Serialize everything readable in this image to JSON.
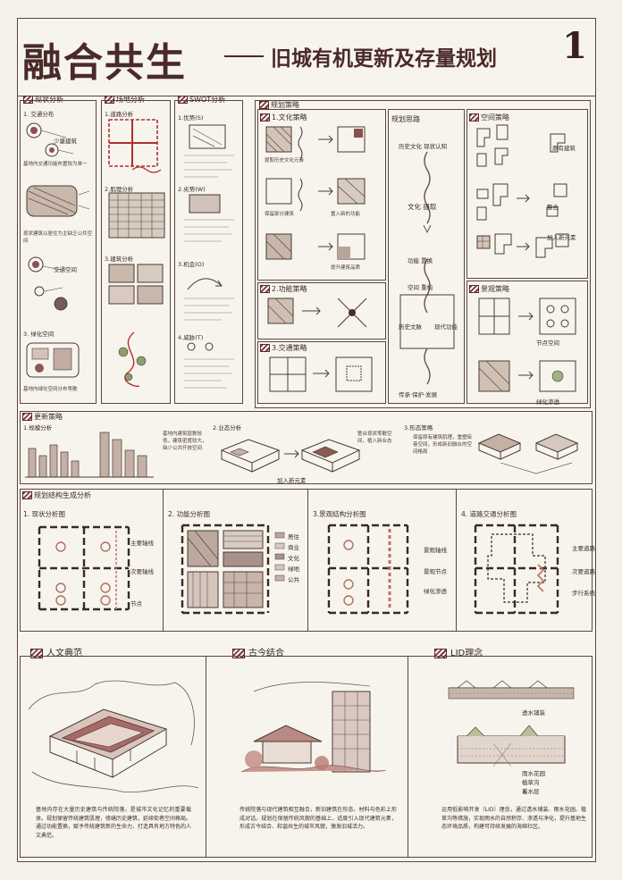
{
  "title": {
    "main": "融合共生",
    "sub": "旧城有机更新及存量规划",
    "page_number": "1"
  },
  "row1": {
    "present": {
      "header": "现状分析",
      "item1": "1. 交通分布",
      "item1_label": "少量建筑",
      "item1_note": "基地内交通功能布置较为单一",
      "item2_note": "现状建筑以居住为主缺乏公共空间",
      "item3_label": "交通空间",
      "item4": "3. 绿化空间",
      "item4_note": "基地内绿化空间分布零散"
    },
    "site": {
      "header": "场地分析",
      "item1": "1.道路分析",
      "item2": "2.肌理分析",
      "item3": "3.建筑分析"
    },
    "swot": {
      "header": "SWOT分析",
      "item1": "1.优势(S)",
      "item2": "2.劣势(W)",
      "item3": "3.机会(O)",
      "item4": "4.威胁(T)"
    },
    "strategy": {
      "header": "规划策略",
      "sub1": "1.文化策略",
      "sub2": "2.功能策略",
      "sub3": "3.交通策略",
      "note1": "提取历史文化元素",
      "note2": "保留部分建筑",
      "note3": "置入新的功能",
      "note4": "提升建筑品质"
    },
    "concept": {
      "header": "规划思路",
      "flow": [
        "历史文化 现状认知",
        "文化 提取",
        "功能 置换",
        "空间 重构"
      ],
      "side_left": "历史文脉",
      "side_right": "现代功能",
      "bottom": "传承·保护·发展"
    },
    "space": {
      "header": "空间策略",
      "note1": "原有建筑",
      "note2": "整合",
      "note3": "加入新元素"
    },
    "landscape": {
      "header": "景观策略",
      "note1": "节点空间",
      "note2": "绿化渗透"
    }
  },
  "row2": {
    "header": "更新策略",
    "part1": "1.规模分析",
    "part1_note": "基地内建筑层数较低，建筑密度较大，缺少公共开放空间",
    "part2": "2.业态分析",
    "part2_note": "整合现状零散空间，植入新业态",
    "part2_label": "加入新元素",
    "part3": "3.形态策略",
    "part3_note": "保留原有建筑肌理，重塑街巷空间，形成新旧融合的空间格局"
  },
  "row3": {
    "header": "规划结构生成分析",
    "panel1": "1. 现状分析图",
    "panel2": "2. 功能分析图",
    "panel3": "3.景观结构分析图",
    "panel4": "4. 道路交通分析图",
    "legend1": [
      "主要轴线",
      "次要轴线",
      "节点"
    ],
    "legend2": [
      "居住",
      "商业",
      "文化",
      "绿地",
      "公共"
    ],
    "legend3": [
      "景观轴线",
      "景观节点",
      "绿化渗透"
    ],
    "legend4": [
      "主要道路",
      "次要道路",
      "步行系统"
    ]
  },
  "row4": {
    "col1": {
      "header": "人文典范",
      "text": "基地内存在大量历史建筑与传统院落，是城市文化记忆的重要载体。规划保留传统建筑肌理，修缮历史建筑，延续街巷空间格局。通过功能置换，赋予传统建筑新的生命力，打造具有地方特色的人文典范。"
    },
    "col2": {
      "header": "古今结合",
      "text": "传统院落与现代建筑相互融合，新旧建筑在形态、材料与色彩上形成对话。规划在保留传统风貌的基础上，适度引入现代建筑元素，形成古今结合、和谐共生的城市风貌，激发旧城活力。"
    },
    "col3": {
      "header": "LID理念",
      "text": "运用低影响开发（LID）理念，通过透水铺装、雨水花园、植草沟等措施，实现雨水的自然积存、渗透与净化，提升基地生态环境品质，构建可持续发展的海绵社区。",
      "labels": [
        "透水铺装",
        "雨水花园",
        "植草沟",
        "蓄水层"
      ]
    }
  }
}
